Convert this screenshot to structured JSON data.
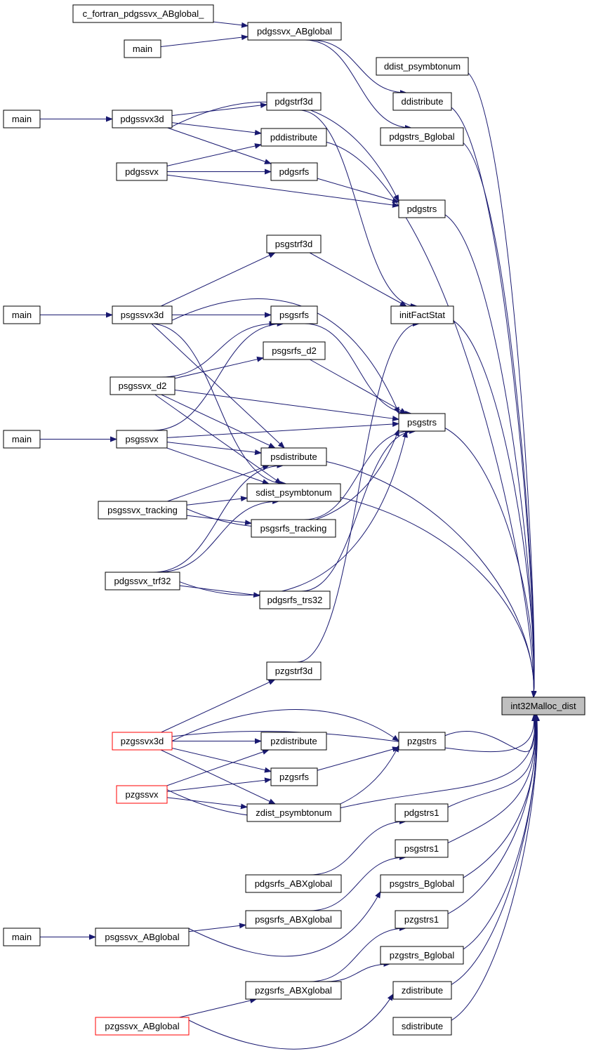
{
  "colors": {
    "edge": "#191970",
    "box_border": "#000000",
    "box_border_red": "#ff0000",
    "target_fill": "#bfbfbf",
    "box_fill": "#ffffff",
    "text": "#000000"
  },
  "target": {
    "id": "int32Malloc_dist",
    "label": "int32Malloc_dist"
  },
  "nodes": [
    {
      "id": "c_fortran",
      "label": "c_fortran_pdgssvx_ABglobal_"
    },
    {
      "id": "pdgssvx_ABglobal",
      "label": "pdgssvx_ABglobal"
    },
    {
      "id": "main1",
      "label": "main"
    },
    {
      "id": "ddist_psymbtonum",
      "label": "ddist_psymbtonum"
    },
    {
      "id": "ddistribute",
      "label": "ddistribute"
    },
    {
      "id": "main2",
      "label": "main"
    },
    {
      "id": "pdgssvx3d",
      "label": "pdgssvx3d"
    },
    {
      "id": "pdgstrf3d",
      "label": "pdgstrf3d"
    },
    {
      "id": "pdgstrs_Bglobal",
      "label": "pdgstrs_Bglobal"
    },
    {
      "id": "pddistribute",
      "label": "pddistribute"
    },
    {
      "id": "pdgssvx",
      "label": "pdgssvx"
    },
    {
      "id": "pdgsrfs",
      "label": "pdgsrfs"
    },
    {
      "id": "pdgstrs",
      "label": "pdgstrs"
    },
    {
      "id": "psgstrf3d",
      "label": "psgstrf3d"
    },
    {
      "id": "main3",
      "label": "main"
    },
    {
      "id": "psgssvx3d",
      "label": "psgssvx3d"
    },
    {
      "id": "psgsrfs",
      "label": "psgsrfs"
    },
    {
      "id": "initFactStat",
      "label": "initFactStat"
    },
    {
      "id": "psgsrfs_d2",
      "label": "psgsrfs_d2"
    },
    {
      "id": "psgssvx_d2",
      "label": "psgssvx_d2"
    },
    {
      "id": "psgstrs",
      "label": "psgstrs"
    },
    {
      "id": "main4",
      "label": "main"
    },
    {
      "id": "psgssvx",
      "label": "psgssvx"
    },
    {
      "id": "psdistribute",
      "label": "psdistribute"
    },
    {
      "id": "sdist_psymbtonum",
      "label": "sdist_psymbtonum"
    },
    {
      "id": "psgssvx_tracking",
      "label": "psgssvx_tracking"
    },
    {
      "id": "psgsrfs_tracking",
      "label": "psgsrfs_tracking"
    },
    {
      "id": "pdgssvx_trf32",
      "label": "pdgssvx_trf32"
    },
    {
      "id": "pdgsrfs_trs32",
      "label": "pdgsrfs_trs32"
    },
    {
      "id": "pzgstrf3d",
      "label": "pzgstrf3d"
    },
    {
      "id": "pzgssvx3d",
      "label": "pzgssvx3d",
      "red": true
    },
    {
      "id": "pzdistribute",
      "label": "pzdistribute"
    },
    {
      "id": "pzgstrs",
      "label": "pzgstrs"
    },
    {
      "id": "pzgsrfs",
      "label": "pzgsrfs"
    },
    {
      "id": "pzgssvx",
      "label": "pzgssvx",
      "red": true
    },
    {
      "id": "zdist_psymbtonum",
      "label": "zdist_psymbtonum"
    },
    {
      "id": "pdgstrs1",
      "label": "pdgstrs1"
    },
    {
      "id": "psgstrs1",
      "label": "psgstrs1"
    },
    {
      "id": "pdgsrfs_ABXglobal",
      "label": "pdgsrfs_ABXglobal"
    },
    {
      "id": "psgstrs_Bglobal",
      "label": "psgstrs_Bglobal"
    },
    {
      "id": "psgsrfs_ABXglobal",
      "label": "psgsrfs_ABXglobal"
    },
    {
      "id": "main5",
      "label": "main"
    },
    {
      "id": "psgssvx_ABglobal",
      "label": "psgssvx_ABglobal"
    },
    {
      "id": "pzgstrs1",
      "label": "pzgstrs1"
    },
    {
      "id": "pzgstrs_Bglobal",
      "label": "pzgstrs_Bglobal"
    },
    {
      "id": "pzgsrfs_ABXglobal",
      "label": "pzgsrfs_ABXglobal"
    },
    {
      "id": "zdistribute",
      "label": "zdistribute"
    },
    {
      "id": "pzgssvx_ABglobal",
      "label": "pzgssvx_ABglobal",
      "red": true
    },
    {
      "id": "sdistribute",
      "label": "sdistribute"
    }
  ]
}
